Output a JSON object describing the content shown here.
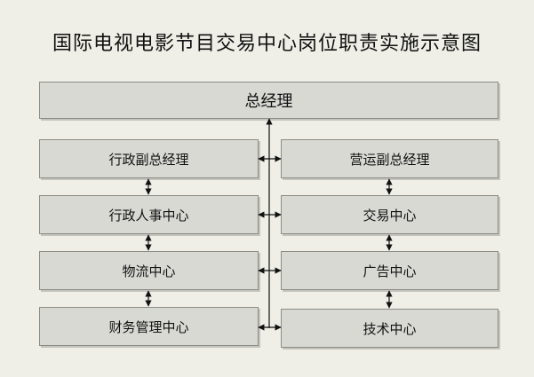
{
  "title": "国际电视电影节目交易中心岗位职责实施示意图",
  "top": {
    "label": "总经理"
  },
  "left": [
    {
      "label": "行政副总经理"
    },
    {
      "label": "行政人事中心"
    },
    {
      "label": "物流中心"
    },
    {
      "label": "财务管理中心"
    }
  ],
  "right": [
    {
      "label": "营运副总经理"
    },
    {
      "label": "交易中心"
    },
    {
      "label": "广告中心"
    },
    {
      "label": "技术中心"
    }
  ],
  "colors": {
    "box_fill": "#d9d9d4",
    "box_border": "#8c8c86",
    "line": "#111111",
    "background": "#efefe7"
  }
}
